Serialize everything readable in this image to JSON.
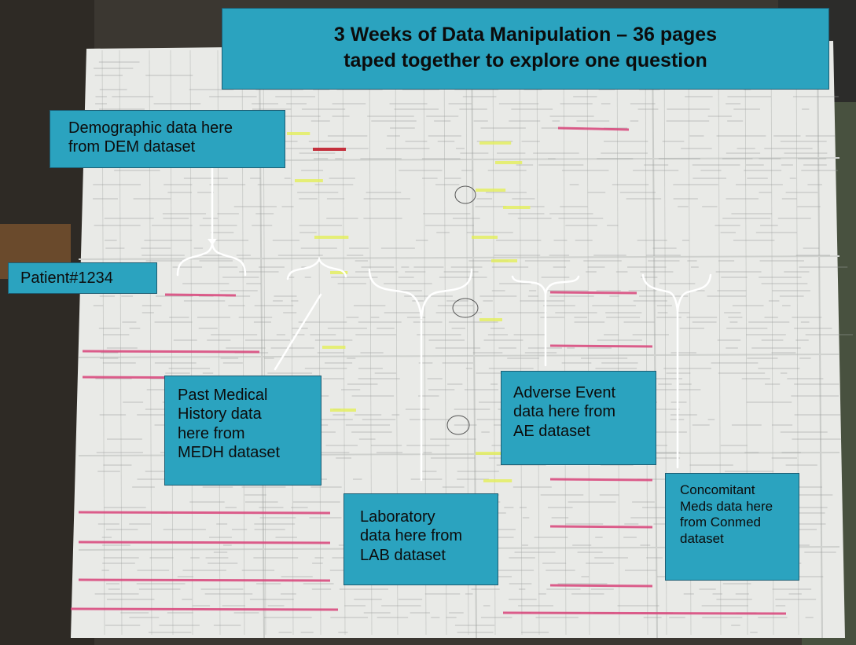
{
  "title": "3 Weeks of Data Manipulation – 36 pages\ntaped together to explore one question",
  "callouts": {
    "demographic": "Demographic data here\nfrom DEM dataset",
    "patient": "Patient#1234",
    "medical_history": "Past Medical\nHistory data\nhere from\nMEDH dataset",
    "laboratory": "Laboratory\ndata here from\nLAB dataset",
    "adverse_event": "Adverse Event\ndata here from\nAE dataset",
    "conmed": "Concomitant\nMeds data here\nfrom Conmed\ndataset"
  },
  "colors": {
    "callout_fill": "#2ba3bf",
    "callout_border": "#1d5d73",
    "highlight_pink": "#d9447a",
    "highlight_yellow": "#e4ef5a",
    "paper": "#e8e9e6"
  }
}
